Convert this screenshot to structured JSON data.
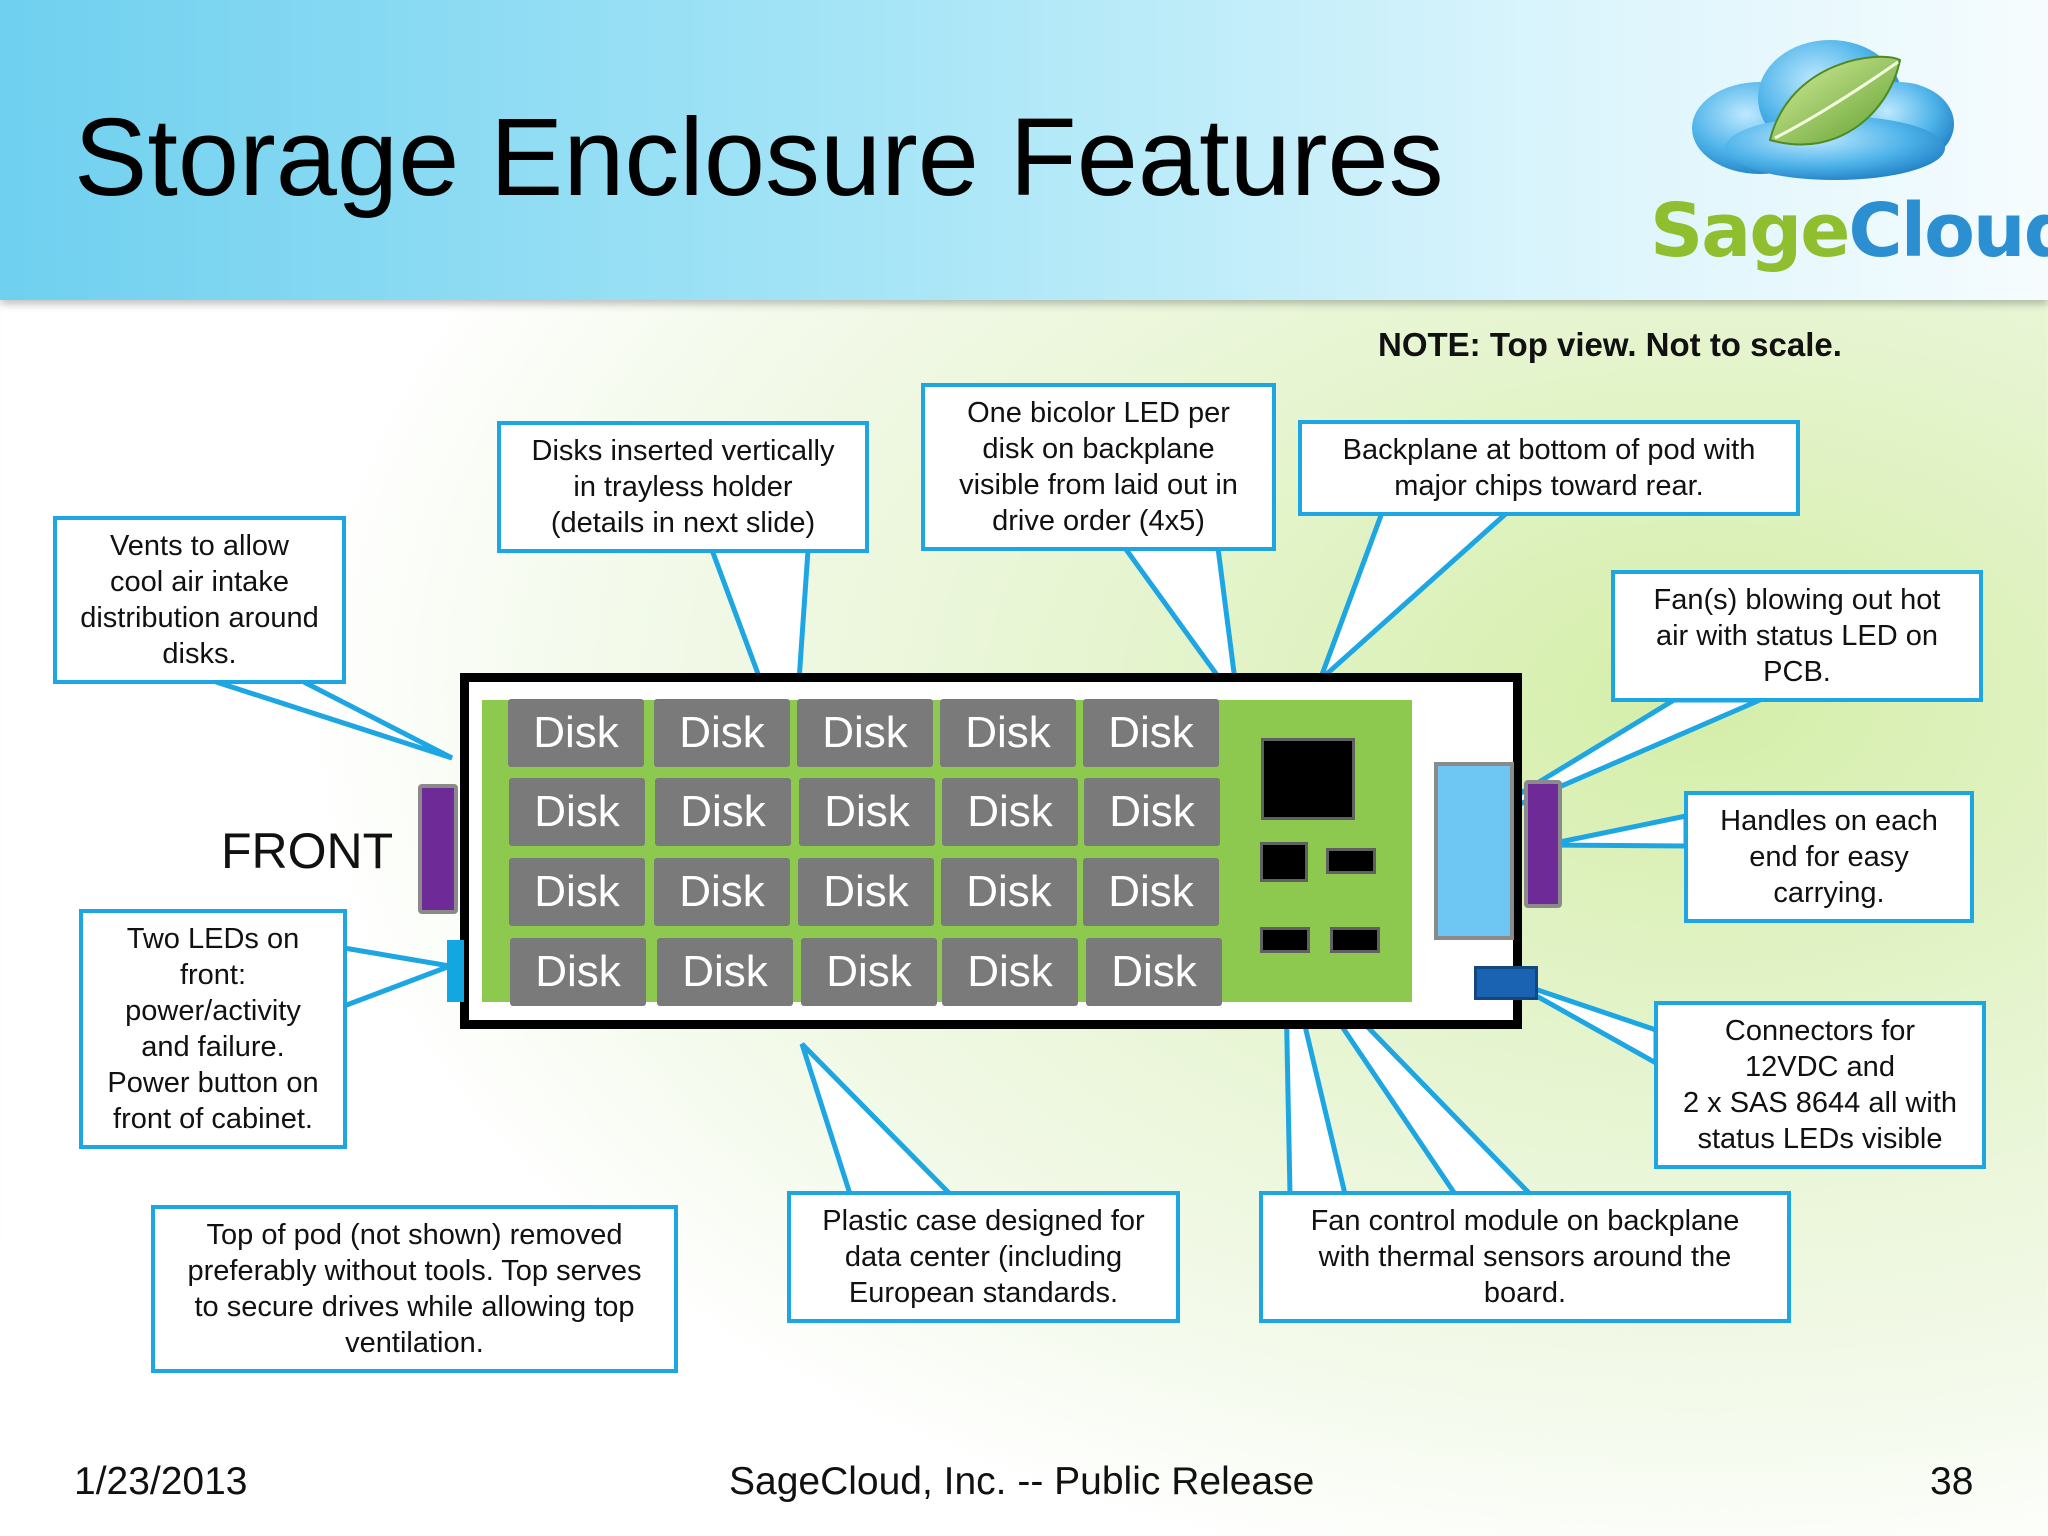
{
  "slide": {
    "title": "Storage Enclosure Features",
    "note": "NOTE: Top view. Not to scale.",
    "front_label": "FRONT"
  },
  "logo": {
    "word1": "Sage",
    "word2": "Cloud",
    "icon": "cloud-leaf-icon"
  },
  "disk_label": "Disk",
  "disk_rows": [
    [
      "Disk",
      "Disk",
      "Disk",
      "Disk",
      "Disk"
    ],
    [
      "Disk",
      "Disk",
      "Disk",
      "Disk",
      "Disk"
    ],
    [
      "Disk",
      "Disk",
      "Disk",
      "Disk",
      "Disk"
    ],
    [
      "Disk",
      "Disk",
      "Disk",
      "Disk",
      "Disk"
    ]
  ],
  "callouts": {
    "vents": "Vents to allow\ncool air intake\ndistribution around\ndisks.",
    "disks_inserted": "Disks inserted vertically\nin trayless holder\n(details in next slide)",
    "bicolor_led": "One bicolor LED per\ndisk on backplane\nvisible from laid out in\ndrive order (4x5)",
    "backplane": "Backplane at bottom of pod with\nmajor chips toward rear.",
    "fans": "Fan(s) blowing out hot\nair with status LED on\nPCB.",
    "handles": "Handles on each\nend for easy\ncarrying.",
    "front_leds": "Two LEDs on\nfront:\npower/activity\nand failure.\nPower button on\nfront of cabinet.",
    "connectors": "Connectors for\n12VDC and\n2 x SAS 8644 all with\nstatus LEDs visible",
    "top_of_pod": "Top of pod (not shown) removed\npreferably without tools.  Top serves\nto secure drives while allowing top\nventilation.",
    "plastic_case": "Plastic case designed for\ndata center (including\nEuropean standards.",
    "fan_control": "Fan control module on backplane\nwith thermal sensors around the\nboard."
  },
  "footer": {
    "date": "1/23/2013",
    "center": "SageCloud, Inc. -- Public Release",
    "page": "38"
  },
  "colors": {
    "callout_border": "#1ea6e3",
    "board": "#8cc94e",
    "disk": "#7a7a7a",
    "handle": "#6e2a96",
    "fan": "#6ec6f2"
  }
}
